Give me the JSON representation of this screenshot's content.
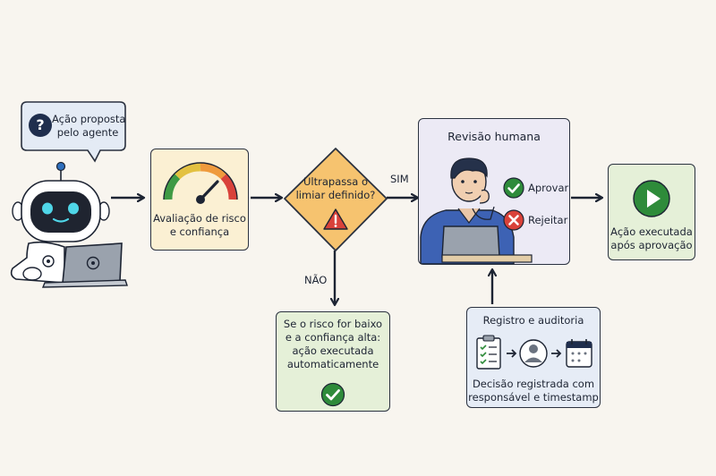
{
  "agent_bubble": {
    "text_line1": "Ação proposta",
    "text_line2": "pelo agente",
    "icon": "question-icon"
  },
  "risk_box": {
    "line1": "Avaliação de risco",
    "line2": "e confiança",
    "icon": "gauge-icon"
  },
  "threshold": {
    "line1": "Ultrapassa o",
    "line2": "limiar definido?",
    "icon": "warning-icon"
  },
  "branch_yes": "SIM",
  "branch_no": "NÃO",
  "human_review": {
    "title": "Revisão humana",
    "approve": "Aprovar",
    "reject": "Rejeitar"
  },
  "executed": {
    "line1": "Ação executada",
    "line2": "após aprovação",
    "icon": "play-icon"
  },
  "auto": {
    "line1": "Se o risco for baixo",
    "line2": "e a confiança alta:",
    "line3": "ação executada",
    "line4": "automaticamente",
    "icon": "check-icon"
  },
  "audit": {
    "title": "Registro e auditoria",
    "line1": "Decisão registrada com",
    "line2": "responsável e timestamp"
  },
  "colors": {
    "yellow_fill": "#fbf0d3",
    "orange_fill": "#f6c36f",
    "blue_fill": "#e6ecf6",
    "lavender_fill": "#eceaf5",
    "green_fill": "#e5f0d8",
    "green_dark": "#2e8b3a",
    "red": "#d9423a"
  }
}
